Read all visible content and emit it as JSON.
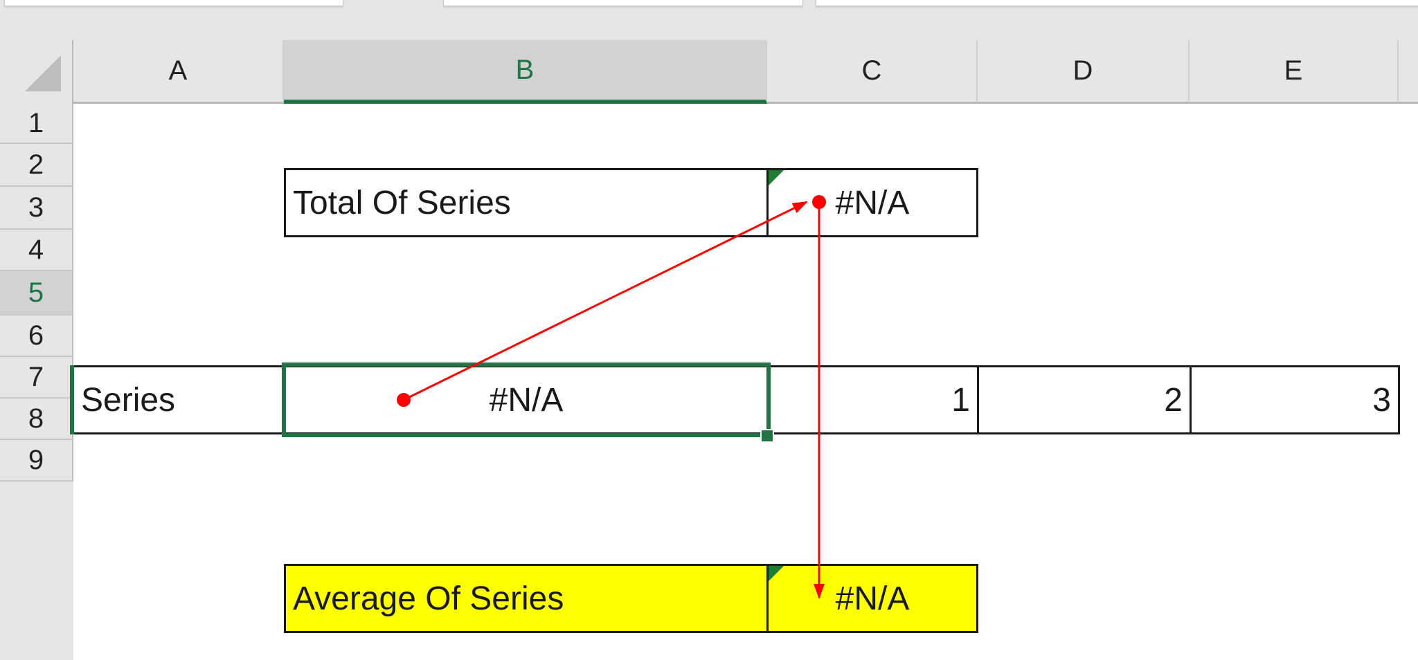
{
  "columns": [
    "A",
    "B",
    "C",
    "D",
    "E"
  ],
  "rows": [
    "1",
    "2",
    "3",
    "4",
    "5",
    "6",
    "7",
    "8",
    "9"
  ],
  "selected_column": "B",
  "selected_row": "5",
  "active_cell": "B5",
  "cells": {
    "B2": "Total Of Series",
    "C2": "#N/A",
    "A5": "Series",
    "B5": "#N/A",
    "C5": "1",
    "D5": "2",
    "E5": "3",
    "B8": "Average Of Series",
    "C8": "#N/A"
  },
  "colors": {
    "selection_green": "#217346",
    "trace_arrow_red": "#ff0000",
    "highlight_yellow": "#ffff00",
    "error_indicator_green": "#1e7b34"
  },
  "trace_arrows": [
    {
      "from": "B5",
      "to": "C2",
      "type": "trace-precedents"
    },
    {
      "from": "C2",
      "to": "C8",
      "type": "trace-dependents"
    }
  ]
}
